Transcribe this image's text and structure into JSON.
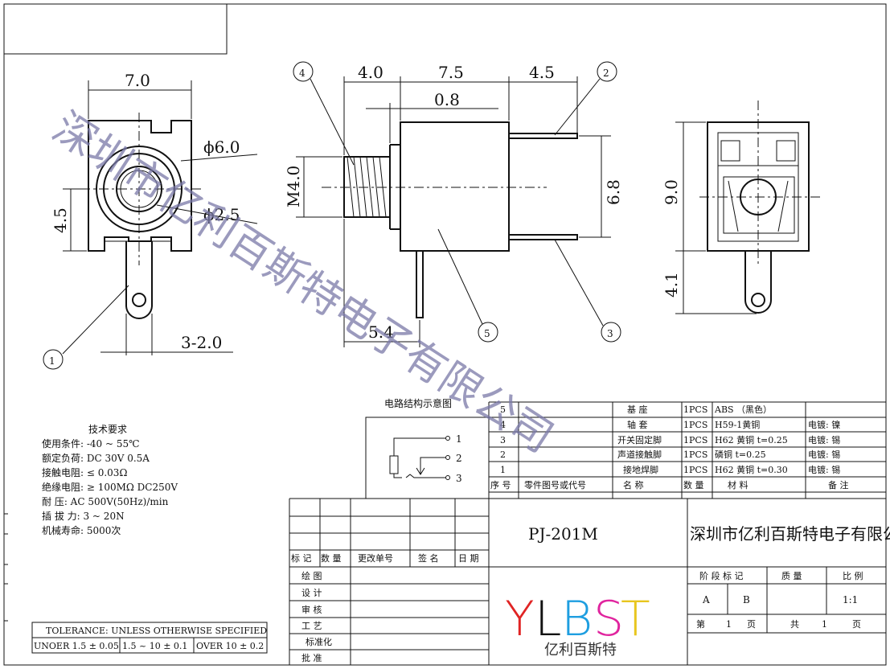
{
  "dimensions": {
    "front_width": "7.0",
    "front_outer_dia": "ϕ6.0",
    "front_inner_dia": "ϕ2.5",
    "front_height": "4.5",
    "pin_pitch": "3-2.0",
    "side_a": "4.0",
    "side_b": "7.5",
    "side_c": "4.5",
    "side_d": "0.8",
    "thread": "M4.0",
    "side_height": "6.8",
    "side_pin": "5.4",
    "end_height": "9.0",
    "end_pin": "4.1"
  },
  "callouts": [
    "①",
    "②",
    "③",
    "④",
    "⑤"
  ],
  "callout_labels": [
    "1",
    "2",
    "3",
    "4",
    "5"
  ],
  "circuit": {
    "title": "电路结构示意图",
    "pins": [
      "1",
      "2",
      "3"
    ]
  },
  "tech": {
    "title": "技术要求",
    "lines": [
      "使用条件: -40 ~ 55℃",
      "额定负荷: DC 30V 0.5A",
      "接触电阻: ≤ 0.03Ω",
      "绝缘电阻: ≥ 100MΩ DC250V",
      "耐    压: AC 500V(50Hz)/min",
      "插 拔 力: 3 ~ 20N",
      "机械寿命: 5000次"
    ]
  },
  "tolerance": {
    "header": "TOLERANCE: UNLESS OTHERWISE SPECIFIED",
    "cells": [
      "UNOER 1.5 ± 0.05",
      "1.5 ~ 10 ± 0.1",
      "OVER 10 ± 0.2"
    ]
  },
  "bom": {
    "rows": [
      {
        "no": "5",
        "name": "基  座",
        "qty": "1PCS",
        "material": "ABS （黑色）",
        "note": ""
      },
      {
        "no": "4",
        "name": "轴  套",
        "qty": "1PCS",
        "material": "H59-1黄铜",
        "note": "电镀: 镍"
      },
      {
        "no": "3",
        "name": "开关固定脚",
        "qty": "1PCS",
        "material": "H62 黄铜  t=0.25",
        "note": "电镀: 锡"
      },
      {
        "no": "2",
        "name": "声道接触脚",
        "qty": "1PCS",
        "material": "磷铜       t=0.25",
        "note": "电镀: 锡"
      },
      {
        "no": "1",
        "name": "接地焊脚",
        "qty": "1PCS",
        "material": "H62 黄铜  t=0.30",
        "note": "电镀: 锡"
      }
    ],
    "header": {
      "no": "序 号",
      "part": "零件图号或代号",
      "name": "名  称",
      "qty": "数 量",
      "material": "材    料",
      "note": "备   注"
    }
  },
  "title_block": {
    "revision_headers": [
      "标 记",
      "数 量",
      "更改单号",
      "签 名",
      "日 期"
    ],
    "roles": [
      "绘    图",
      "设    计",
      "审    核",
      "工    艺",
      "标准化",
      "批    准"
    ],
    "part_number": "PJ-201M",
    "company": "深圳市亿利百斯特电子有限公司",
    "logo_text": "YLBST",
    "logo_cn": "亿利百斯特",
    "stage_label": "阶 段 标 记",
    "weight_label": "质  量",
    "scale_label": "比 例",
    "stage_a": "A",
    "stage_b": "B",
    "scale": "1:1",
    "page_label_1": "第",
    "page_no": "1",
    "page_unit_1": "页",
    "total_label": "共",
    "total_no": "1",
    "page_unit_2": "页"
  },
  "watermark": "深圳市亿利百斯特电子有限公司"
}
